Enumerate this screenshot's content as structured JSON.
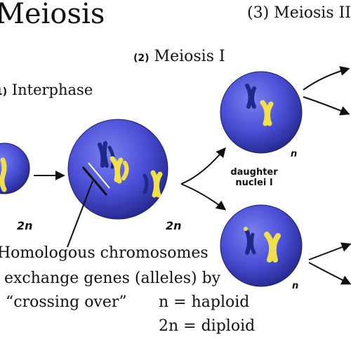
{
  "title": "Meiosis",
  "stages": {
    "stage1": {
      "number": "1)",
      "label": "Interphase"
    },
    "stage2": {
      "number": "(2)",
      "label": "Meiosis I"
    },
    "stage3": {
      "number": "(3)",
      "label": "Meiosis II"
    }
  },
  "ploidy_labels": {
    "interphase": "2n",
    "meiosis1": "2n",
    "daughter_top": "n",
    "daughter_bottom": "n"
  },
  "daughter_label": {
    "line1": "daughter",
    "line2": "nuclei I"
  },
  "caption": {
    "line1": "Homologous chromosomes",
    "line2": "exchange genes (alleles) by",
    "line3": "“crossing over”"
  },
  "legend": {
    "haploid": "n = haploid",
    "diploid": "2n = diploid"
  },
  "colors": {
    "cell": "#4a4fd6",
    "cell_dark": "#2b2f9e",
    "chromosome_yellow": "#f2e04a",
    "chromosome_blue": "#1e2a8a"
  }
}
